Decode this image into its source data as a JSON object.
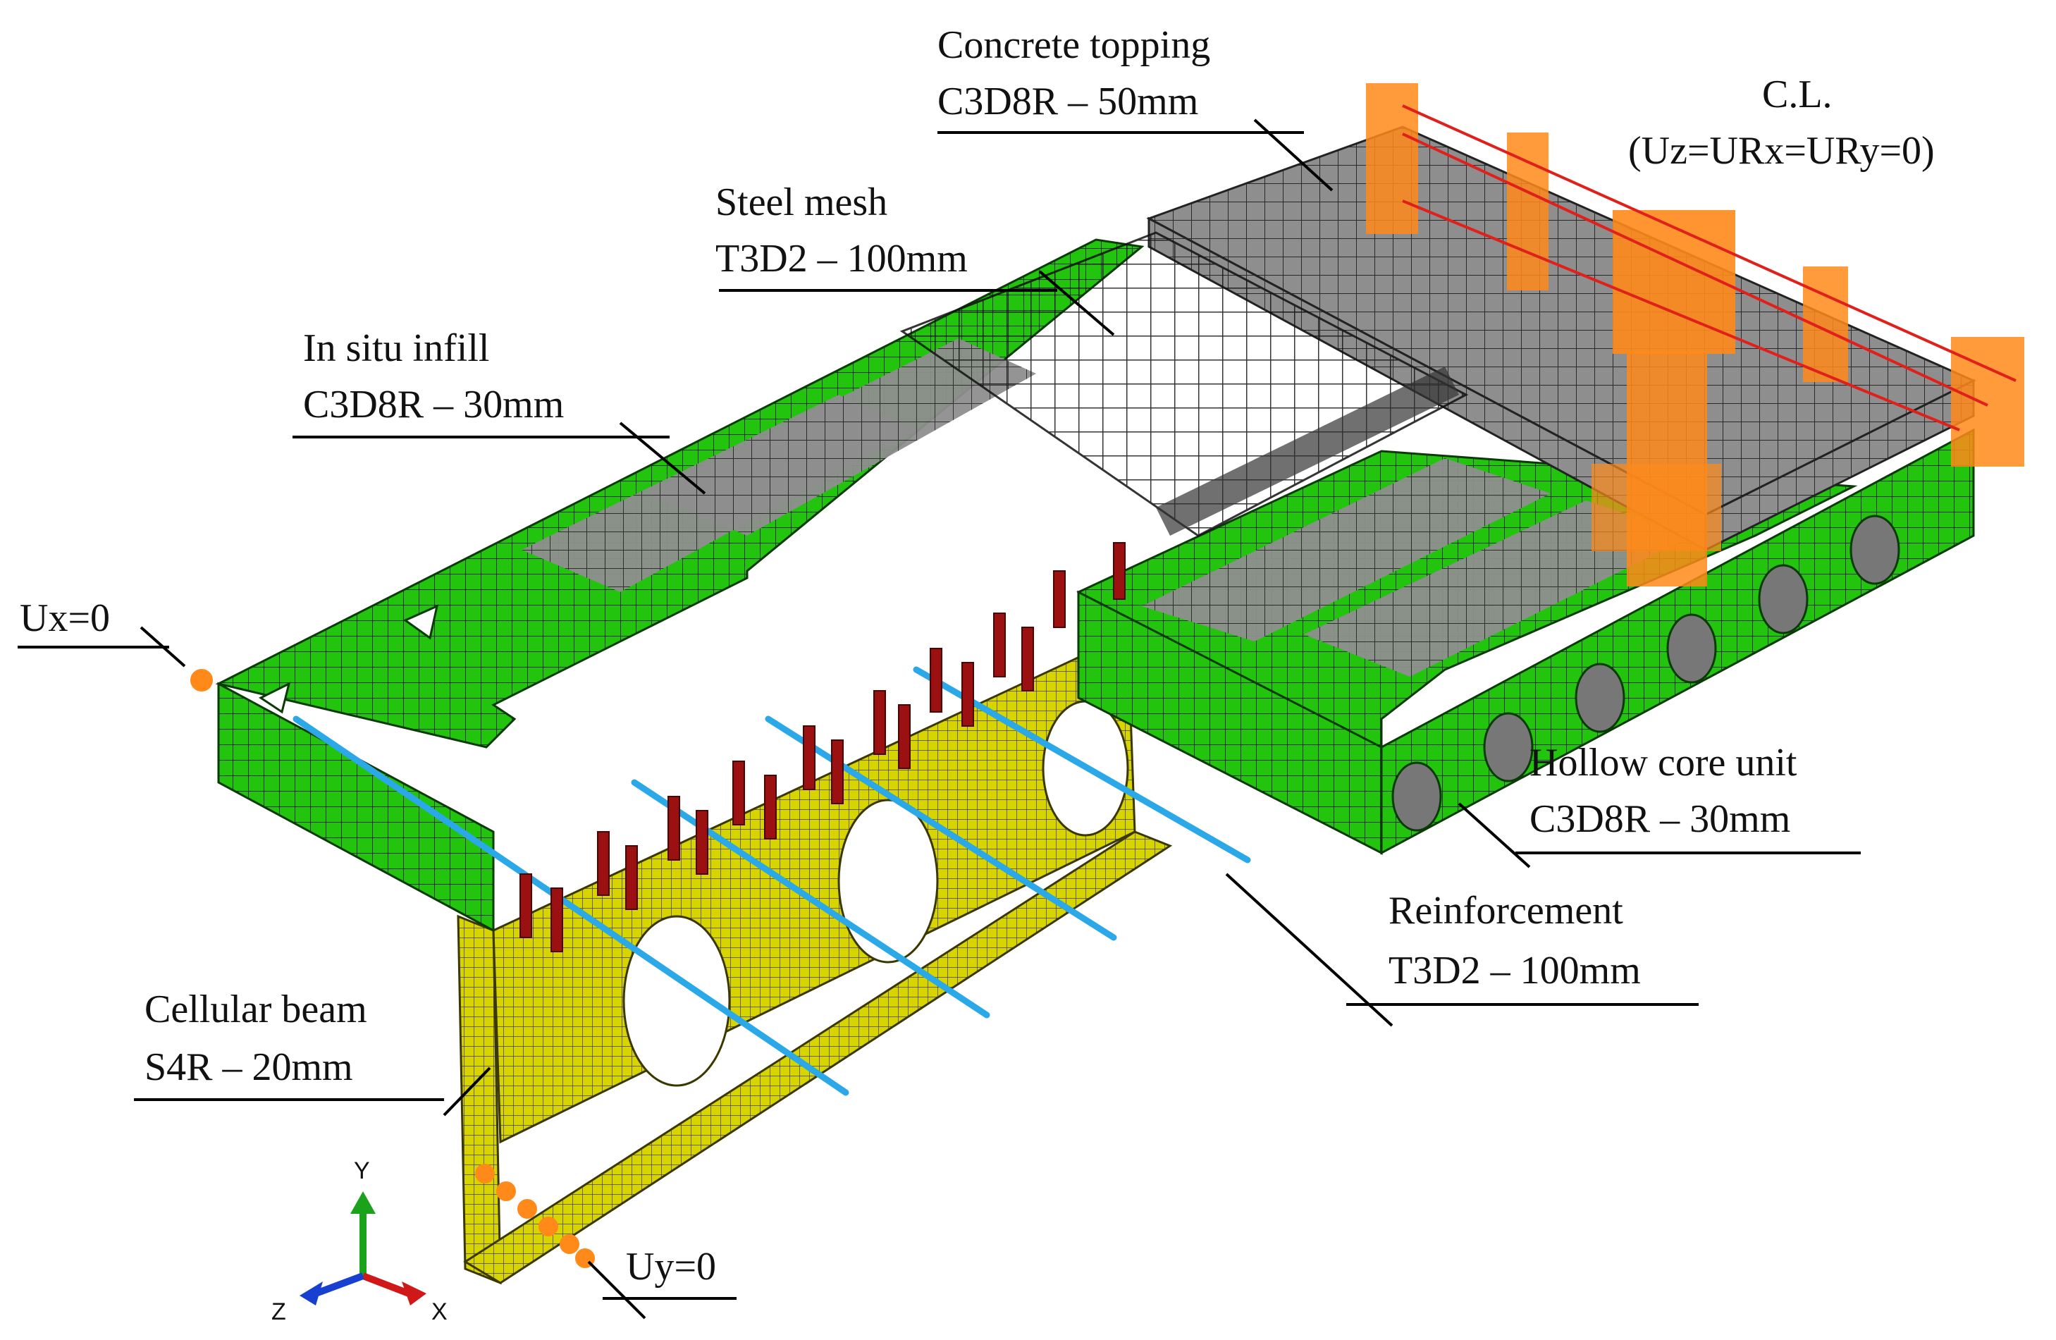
{
  "labels": {
    "concrete_topping": {
      "line1": "Concrete topping",
      "line2": "C3D8R – 50mm"
    },
    "centerline": {
      "line1": "C.L.",
      "line2": "(Uz=URx=URy=0)"
    },
    "steel_mesh": {
      "line1": "Steel mesh",
      "line2": "T3D2 – 100mm"
    },
    "in_situ_infill": {
      "line1": "In situ infill",
      "line2": "C3D8R – 30mm"
    },
    "ux_bc": {
      "line1": "Ux=0"
    },
    "hollow_core_unit": {
      "line1": "Hollow core unit",
      "line2": "C3D8R – 30mm"
    },
    "reinforcement": {
      "line1": "Reinforcement",
      "line2": "T3D2 – 100mm"
    },
    "cellular_beam": {
      "line1": "Cellular beam",
      "line2": "S4R – 20mm"
    },
    "uy_bc": {
      "line1": "Uy=0"
    }
  },
  "axes_triad": {
    "y": "Y",
    "z": "Z",
    "x": "X"
  },
  "colors": {
    "concrete_green": "#22c40e",
    "topping_gray": "#8c8c8c",
    "steel_yellow": "#d8d400",
    "rebar_blue": "#2aa8e8",
    "stud_red": "#9b1010",
    "bc_orange": "#ff8a1a",
    "axis_y": "#1aa21a",
    "axis_x": "#d01818",
    "axis_z": "#1840d0",
    "cl_line": "#e0201a"
  }
}
